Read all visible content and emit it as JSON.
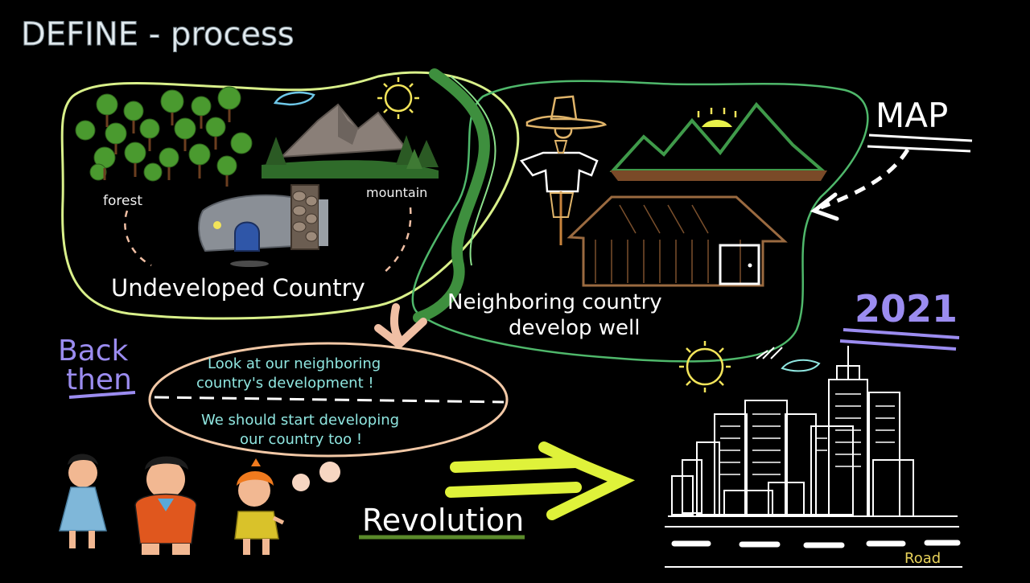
{
  "header": {
    "title": "DEFINE - process"
  },
  "left_region": {
    "forest_label": "forest",
    "mountain_label": "mountain",
    "caption": "Undeveloped Country"
  },
  "right_region": {
    "caption_line1": "Neighboring country",
    "caption_line2": "develop well"
  },
  "map_label": "MAP",
  "year_label": "2021",
  "back_then_label": {
    "line1": "Back",
    "line2": "then"
  },
  "thought_bubble": {
    "top_line1": "Look at our neighboring",
    "top_line2": "country's development !",
    "bottom_line1": "We should start developing",
    "bottom_line2": "our country too !"
  },
  "revolution_label": "Revolution",
  "road_label": "Road",
  "colors": {
    "background": "#000000",
    "left_outline": "#d9f08a",
    "right_outline": "#4fb86b",
    "river": "#3e8f3e",
    "bubble_outline": "#f2c8a6",
    "bubble_text": "#8fe6e0",
    "purple": "#9b8cf0",
    "arrow_lime": "#dff23a",
    "salmon": "#f0bfa4",
    "white": "#ffffff",
    "sun": "#f2e45a"
  }
}
